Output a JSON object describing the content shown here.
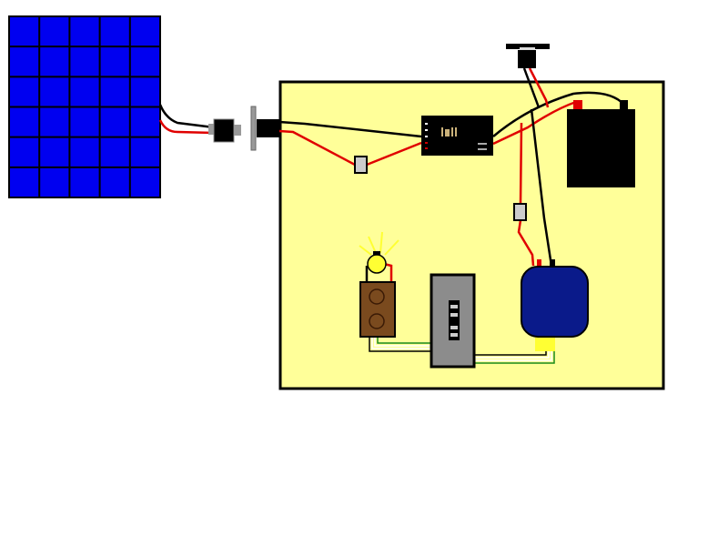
{
  "diagram": {
    "title": "",
    "components": [
      "solar-panel",
      "panel-connector",
      "bulkhead-connector",
      "charge-controller",
      "battery",
      "top-switch",
      "inline-fuse-1",
      "inline-fuse-2",
      "water-pump-tank",
      "outlet",
      "light-bulb",
      "inverter-box"
    ]
  },
  "colors": {
    "panel": "#0000f0",
    "board": "#ffff99",
    "wire_positive": "#e00000",
    "wire_negative": "#000000",
    "tank": "#0a1a8a",
    "outlet": "#7a4a1e",
    "inverter": "#8c8c8c",
    "wire_ground": "#1a8a1a"
  }
}
